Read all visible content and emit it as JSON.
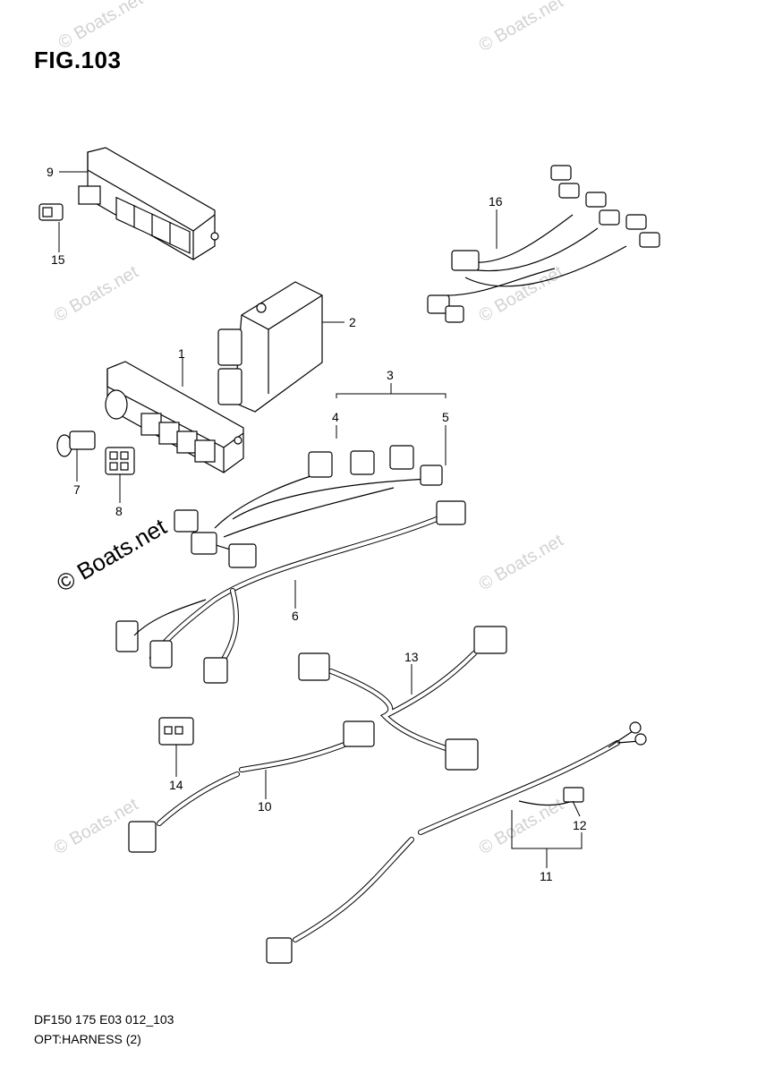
{
  "figure": {
    "title": "FIG.103"
  },
  "footer": {
    "code": "DF150 175 E03 012_103",
    "caption": "OPT:HARNESS (2)"
  },
  "watermark": {
    "small": "© Boats.net",
    "large": "© Boats.net"
  },
  "callouts": {
    "c1": "1",
    "c2": "2",
    "c3": "3",
    "c4": "4",
    "c5": "5",
    "c6": "6",
    "c7": "7",
    "c8": "8",
    "c9": "9",
    "c10": "10",
    "c11": "11",
    "c12": "12",
    "c13": "13",
    "c14": "14",
    "c15": "15",
    "c16": "16"
  },
  "colors": {
    "line": "#000000",
    "watermark": "#d2d2d2",
    "background": "#ffffff"
  }
}
